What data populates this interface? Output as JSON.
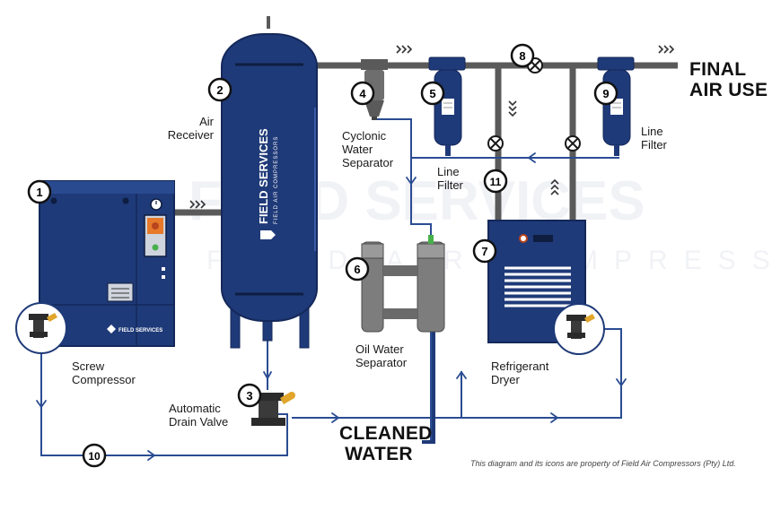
{
  "colors": {
    "equipment_blue": "#1f3a78",
    "pipe_gray": "#5a5a5a",
    "line_blue": "#2a4c92",
    "separator_gray": "#7d7d7d",
    "fitting_gold": "#e0a52a"
  },
  "components": [
    {
      "number": "1",
      "label": "Screw\nCompressor"
    },
    {
      "number": "2",
      "label": "Air\nReceiver"
    },
    {
      "number": "3",
      "label": "Automatic\nDrain Valve"
    },
    {
      "number": "4",
      "label": "Cyclonic\nWater\nSeparator"
    },
    {
      "number": "5",
      "label": "Line\nFilter"
    },
    {
      "number": "6",
      "label": "Oil Water\nSeparator"
    },
    {
      "number": "7",
      "label": "Refrigerant\nDryer"
    },
    {
      "number": "8",
      "label": ""
    },
    {
      "number": "9",
      "label": "Line\nFilter"
    },
    {
      "number": "10",
      "label": ""
    },
    {
      "number": "11",
      "label": ""
    }
  ],
  "outlets": {
    "final_air_use": "FINAL\nAIR USE",
    "cleaned_water": "CLEANED\nWATER"
  },
  "flow_arrows": ">>>",
  "tank_branding": {
    "brand": "FIELD SERVICES",
    "tagline": "FIELD AIR COMPRESSORS"
  },
  "compressor_branding": "FIELD SERVICES",
  "watermark": "FIELD SERVICES FIELD AIR COMPRESSORS",
  "footer_note": "This diagram and its icons are property of Field Air Compressors (Pty) Ltd.",
  "icons": [
    "shield-icon",
    "drain-valve-icon",
    "valve-x-icon"
  ]
}
